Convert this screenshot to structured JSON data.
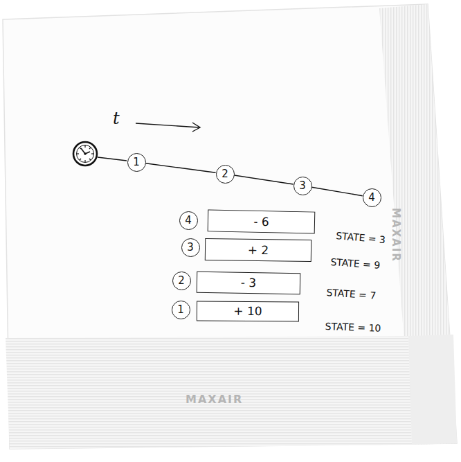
{
  "diagram": {
    "nodes": [
      {
        "text": [
          "1"
        ]
      },
      {
        "text": [
          "2"
        ]
      },
      {
        "text": [
          "3"
        ]
      },
      {
        "text": [
          "4"
        ]
      },
      {
        "text": [
          "4"
        ]
      },
      {
        "text": [
          "- 6"
        ]
      },
      {
        "text": [
          "3"
        ]
      },
      {
        "text": [
          "+ 2"
        ]
      },
      {
        "text": [
          "2"
        ]
      },
      {
        "text": [
          "- 3"
        ]
      },
      {
        "text": [
          "1"
        ]
      },
      {
        "text": [
          "+ 10"
        ]
      }
    ],
    "edges": [
      {
        "from": 0,
        "to": 1,
        "arrow": "none"
      },
      {
        "from": 1,
        "to": 2,
        "arrow": "none"
      },
      {
        "from": 2,
        "to": 3,
        "arrow": "none"
      }
    ],
    "labels": [
      "t",
      "STATE = 3",
      "STATE = 9",
      "STATE = 7",
      "STATE = 10",
      "MAXAIR",
      "MAXAIR"
    ]
  }
}
